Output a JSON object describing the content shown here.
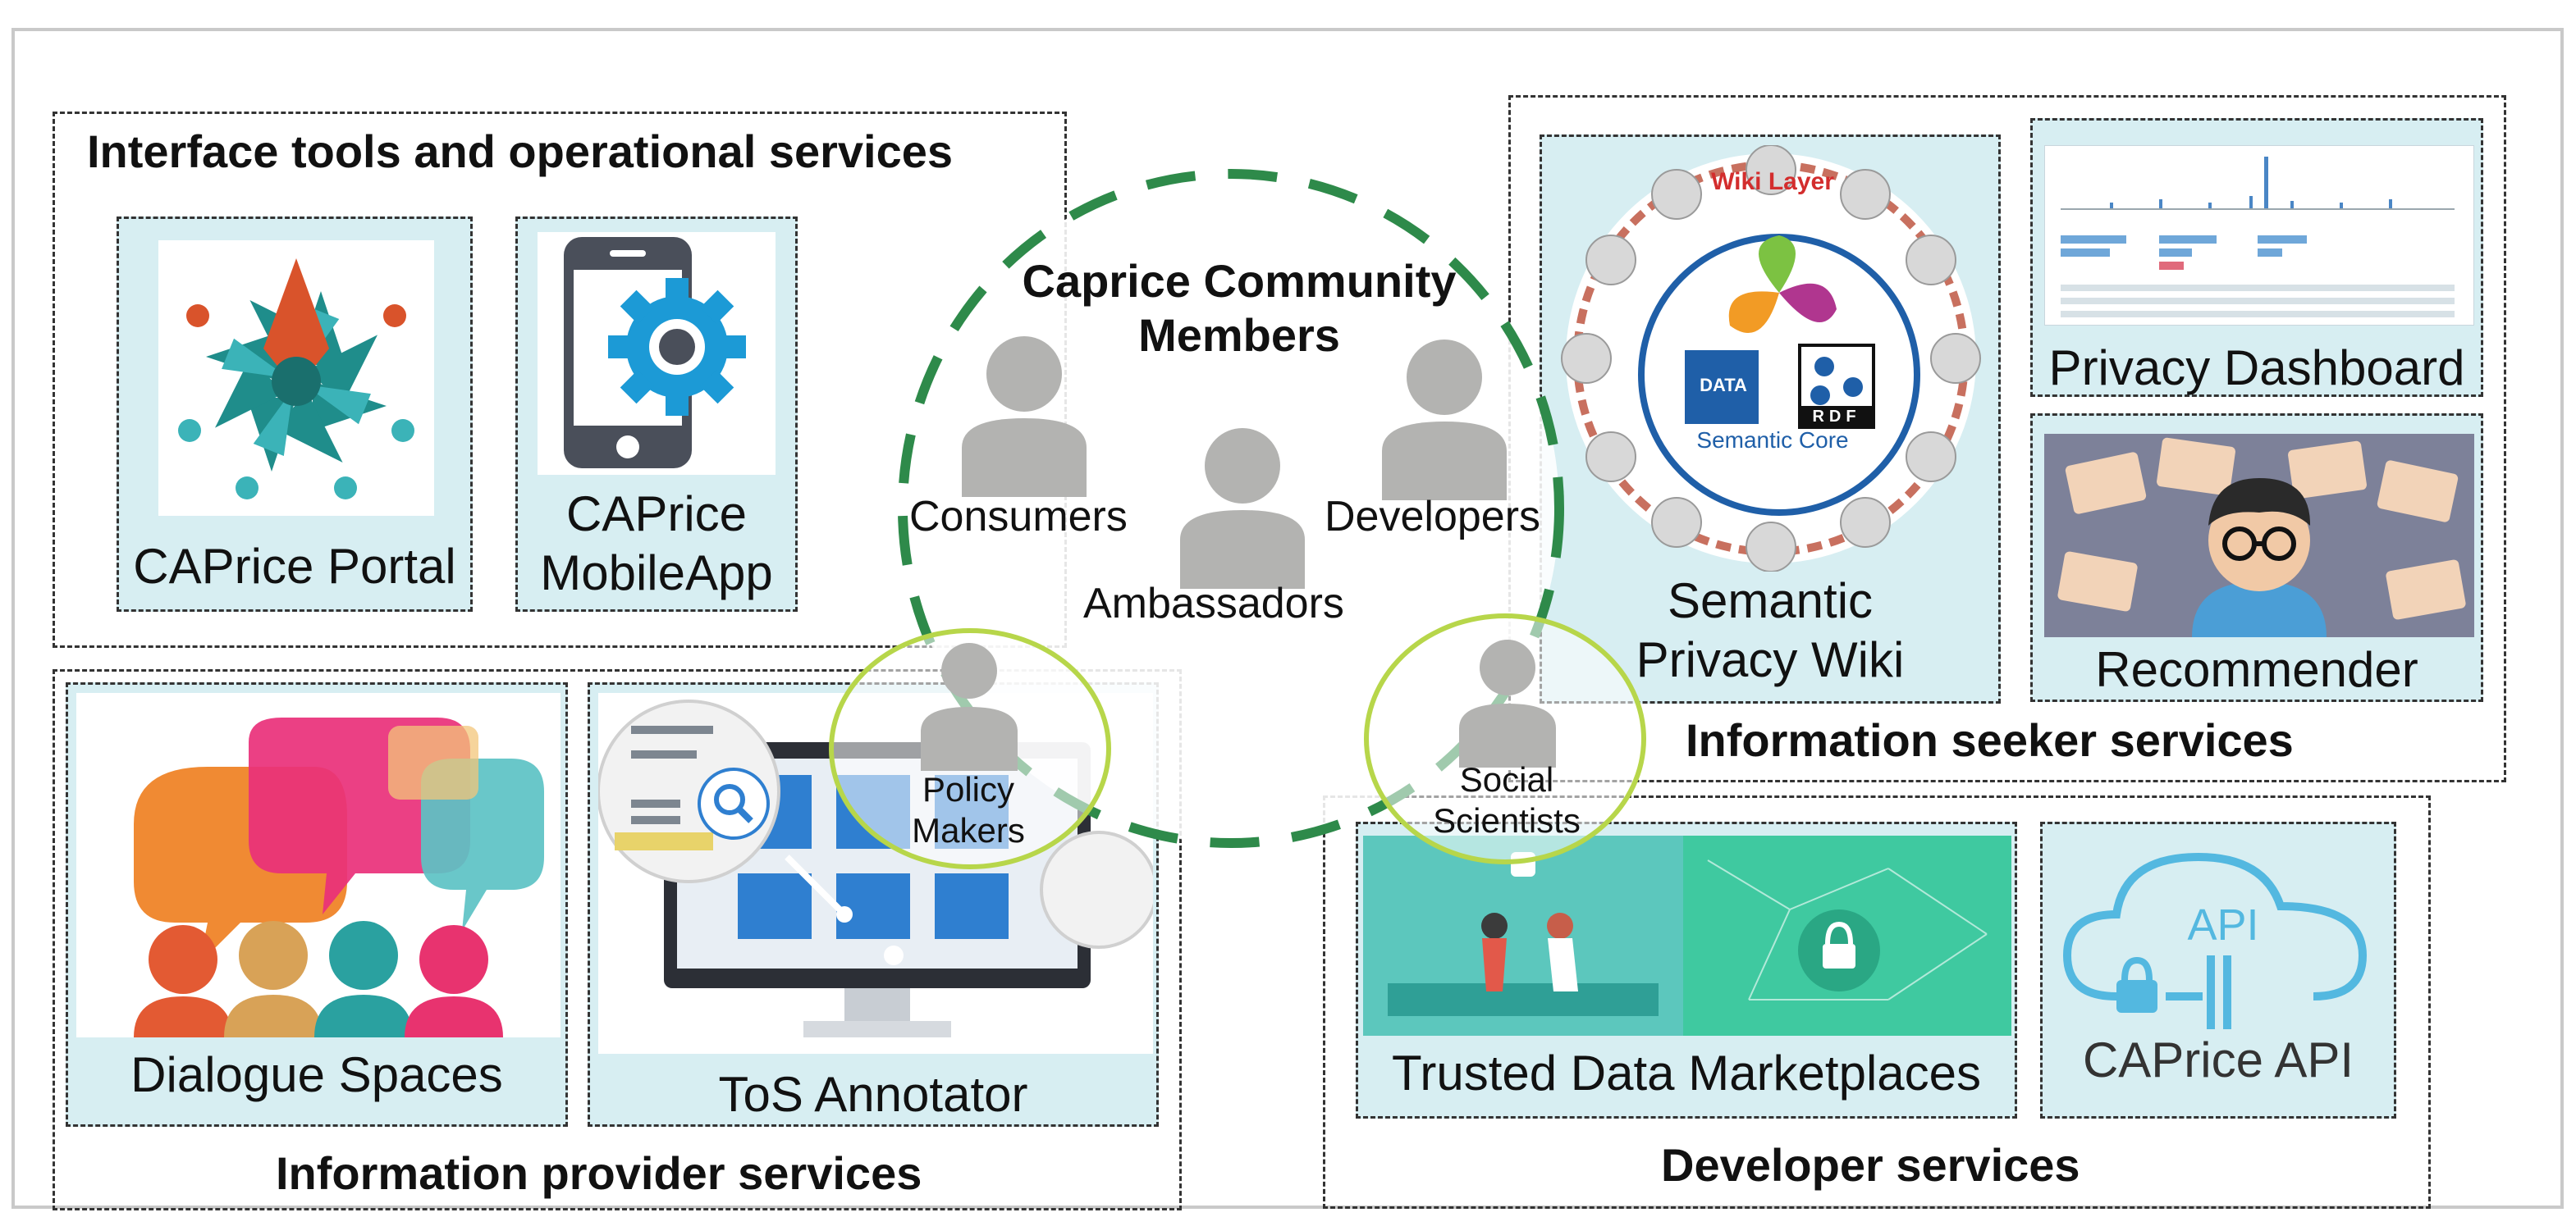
{
  "colors": {
    "card_bg": "#d7eef2",
    "ring_green": "#2e8a4a",
    "small_ring": "#b7d64a",
    "person_gray": "#b3b3b1"
  },
  "groups": {
    "interface": "Interface tools and operational services",
    "provider": "Information provider services",
    "seeker": "Information seeker services",
    "developer": "Developer services"
  },
  "cards": {
    "portal": "CAPrice Portal",
    "mobile_line1": "CAPrice",
    "mobile_line2": "MobileApp",
    "dialogue": "Dialogue Spaces",
    "tos": "ToS Annotator",
    "wiki_line1": "Semantic",
    "wiki_line2": "Privacy Wiki",
    "dashboard": "Privacy Dashboard",
    "recommender": "Recommender",
    "marketplaces": "Trusted Data Marketplaces",
    "api": "CAPrice API"
  },
  "wiki_graphic": {
    "layer": "Wiki Layer",
    "core": "Semantic Core",
    "data_tag": "DATA",
    "rdf_tag": "RDF"
  },
  "api_graphic": {
    "tag": "API"
  },
  "community": {
    "title_line1": "Caprice Community",
    "title_line2": "Members",
    "consumers": "Consumers",
    "developers": "Developers",
    "ambassadors": "Ambassadors",
    "policy_line1": "Policy",
    "policy_line2": "Makers",
    "social_line1": "Social",
    "social_line2": "Scientists"
  }
}
